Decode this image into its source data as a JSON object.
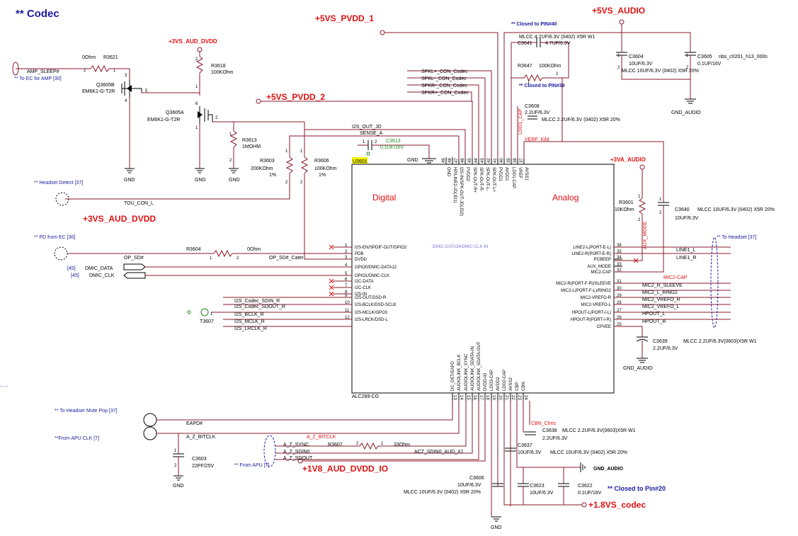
{
  "title": "** Codec",
  "rails": {
    "pvdd1": "+5VS_PVDD_1",
    "audio5v": "+5VS_AUDIO",
    "aud_dvdd_top": "+3VS_AUD_DVDD",
    "pvdd2": "+5VS_PVDD_2",
    "aud_dvdd_mid": "+3VS_AUD_DVDD",
    "va_audio": "+3VA_AUDIO",
    "dvdd_io": "+1V8_AUD_DVDD_IO",
    "codec18": "+1.8VS_codec"
  },
  "notes": {
    "closed_pin40": "** Closed to PIN#40",
    "closed_pin39": "** Closed to PIN#39",
    "closed_pin20": "** Closed to Pin#20",
    "to_ec_amp": "** To EC for AMP [30]",
    "headset_detect": "** Headset Detect [37]",
    "pd_from_ec": "** PD from EC [30]",
    "to_headset": "** To Headset [37]",
    "headser_mute": "** To Headser Mute Pop [37]",
    "from_apu_clk": "**From APU CLK [7]",
    "from_apu": "** From APU [7]",
    "ref45a": "[45]",
    "ref45b": "[45]",
    "dashes": "- - -"
  },
  "chip": {
    "ref": "U3601",
    "part": "ALC289-CG",
    "digital": "Digital",
    "analog": "Analog",
    "watermark": "/DMIC-DATA34/DMIC-CLK-IN",
    "left_pins": [
      {
        "num": "1",
        "name": "I2S-EN/SPDIF-OUT/GPIO2"
      },
      {
        "num": "2",
        "name": "PDB"
      },
      {
        "num": "3",
        "name": "DVDD"
      },
      {
        "num": "4",
        "name": "GPIO0/DMIC-DATA12"
      },
      {
        "num": "5",
        "name": "GPIO1/DMIC-CLK"
      },
      {
        "num": "6",
        "name": "I2C-DATA"
      },
      {
        "num": "7",
        "name": "I2C-CLK"
      },
      {
        "num": "8",
        "name": "I2S-IN"
      },
      {
        "num": "9",
        "name": "I2S-OUT/DSD-R"
      },
      {
        "num": "10",
        "name": "I2S-BCLK/DSD-SCLK"
      },
      {
        "num": "11",
        "name": "I2S-MCLK/GPO3"
      },
      {
        "num": "12",
        "name": "I2S-LRCK/DSD-L"
      }
    ],
    "right_pins": [
      {
        "num": "36",
        "name": "LINE2-L(PORT-E-L)"
      },
      {
        "num": "35",
        "name": "LINE2-R(PORT-E-R)"
      },
      {
        "num": "34",
        "name": "PCBEEP"
      },
      {
        "num": "33",
        "name": "AUX_MODE"
      },
      {
        "num": "32",
        "name": "MIC2-CAP"
      },
      {
        "num": "31",
        "name": "MIC2-R(PORT-F-R)/SLEEVE"
      },
      {
        "num": "30",
        "name": "MIC2-L(PORT-F-L)/RING2"
      },
      {
        "num": "29",
        "name": "MIC2-VREFO-R"
      },
      {
        "num": "28",
        "name": "MIC2-VREFO-L"
      },
      {
        "num": "27",
        "name": "HPOUT-L(PORT-I-L)"
      },
      {
        "num": "26",
        "name": "HPOUT-R(PORT-I-R)"
      },
      {
        "num": "25",
        "name": "CPVEE"
      }
    ],
    "top_pins": [
      {
        "num": "49",
        "name": "GND"
      },
      {
        "num": "48",
        "name": "HP/LINE2-JD(JD1)"
      },
      {
        "num": "47",
        "name": "I2S-IN/SPK-OUT-JD(JD2)"
      },
      {
        "num": "46",
        "name": "PVDD2"
      },
      {
        "num": "45",
        "name": "SPK-OUT-R+"
      },
      {
        "num": "44",
        "name": "SPK-OUT-R-"
      },
      {
        "num": "43",
        "name": "SPK-OUT-L-"
      },
      {
        "num": "42",
        "name": "SPK-OUT-L+"
      },
      {
        "num": "41",
        "name": "PVDD1"
      },
      {
        "num": "40",
        "name": "AVDD1"
      },
      {
        "num": "39",
        "name": "LDO1-CAP"
      },
      {
        "num": "38",
        "name": "VREF"
      },
      {
        "num": "37",
        "name": "AVSS1"
      }
    ],
    "bottom_pins": [
      {
        "num": "13",
        "name": "DC_DET/EAPD"
      },
      {
        "num": "14",
        "name": "AUDIOLINK_BCLK"
      },
      {
        "num": "15",
        "name": "AUDIOLINK_SYNC"
      },
      {
        "num": "16",
        "name": "AUDIOLINK_SDATA-IN"
      },
      {
        "num": "17",
        "name": "AUDIOLINK_SDATA-OUT"
      },
      {
        "num": "18",
        "name": "DVDD-IO"
      },
      {
        "num": "19",
        "name": "LDO3-CAP"
      },
      {
        "num": "20",
        "name": "AVDD2"
      },
      {
        "num": "21",
        "name": "LDO2-CAP"
      },
      {
        "num": "22",
        "name": "AVSS2"
      },
      {
        "num": "23",
        "name": "CBP"
      },
      {
        "num": "24",
        "name": "CBN"
      }
    ]
  },
  "components": {
    "r3621": {
      "ref": "R3621",
      "val": "0Ohm",
      "p1": "1",
      "p2": "2"
    },
    "r3618": {
      "ref": "R3618",
      "val": "100KOhm",
      "p1": "2",
      "p2": "1"
    },
    "q3605b": {
      "ref": "Q3605B",
      "part": "EM6K1-G-T2R",
      "p3": "3",
      "p4": "4",
      "p5": "5"
    },
    "q3605a": {
      "ref": "Q3605A",
      "part": "EM6K1-G-T2R",
      "p6": "6",
      "p1": "1",
      "p2": "2"
    },
    "r3613": {
      "ref": "R3613",
      "val": "1MOHM",
      "p1": "1",
      "p2": "2"
    },
    "r3603": {
      "ref": "R3603",
      "val": "200KOhm",
      "tol": "1%",
      "p1": "1",
      "p2": "2"
    },
    "r3606": {
      "ref": "R3606",
      "val": "100KOhm",
      "tol": "1%",
      "p1": "1",
      "p2": "2"
    },
    "c3613": {
      "ref": "C3613",
      "val": "0.1UF/16V",
      "p1": "1",
      "p2": "2"
    },
    "r3604": {
      "ref": "R3604",
      "val": "0Ohm",
      "p1": "1",
      "p2": "2"
    },
    "t3607": {
      "ref": "T3607",
      "p1": "1"
    },
    "c3641": {
      "ref": "C3641",
      "val": "4.7UF/6.3V",
      "desc": "MLCC 4.7UF/6.3V (0402) X5R W1"
    },
    "r3647": {
      "ref": "R3647",
      "val": "100KOhm",
      "p1": "1",
      "p2": "2"
    },
    "c3608": {
      "ref": "C3608",
      "val": "2.2UF/6.3V",
      "desc": "MLCC 2.2UF/6.3V (0402) X5R 20%"
    },
    "c3604": {
      "ref": "C3604",
      "val": "10UF/6.3V",
      "desc": "MLCC 10UF/6.3V (0402) X5R 20%",
      "p1": "1",
      "p2": "2"
    },
    "c3605": {
      "ref": "C3605",
      "val": "0.1UF/16V",
      "desc": "nbs_c0201_h13_000s",
      "p1": "1",
      "p2": "2"
    },
    "r3601": {
      "ref": "R3601",
      "val": "10KOhm",
      "p1": "1",
      "p2": "2"
    },
    "c3640": {
      "ref": "C3640",
      "val": "10UF/6.3V",
      "desc": "MLCC 10UF/6.3V (0402) X5R 20%",
      "p1": "1",
      "p2": "2"
    },
    "c3639": {
      "ref": "C3639",
      "val": "2.2UF/6.3V",
      "desc": "MLCC 2.2UF/6.3V(0603)X5R W1"
    },
    "c3638": {
      "ref": "C3638",
      "val": "2.2UF/6.3V",
      "desc": "MLCC 2.2UF/6.3V(0603)X5R W1"
    },
    "c3637": {
      "ref": "C3637",
      "val": "10UF/6.3V",
      "desc": "MLCC 10UF/6.3V (0402) X5R 20%"
    },
    "c3606": {
      "ref": "C3606",
      "val": "10UF/6.3V",
      "desc": "MLCC 10UF/6.3V (0402) X5R 20%"
    },
    "c3623": {
      "ref": "C3623",
      "val": "10UF/6.3V"
    },
    "c3622": {
      "ref": "C3622",
      "val": "0.1UF/16V"
    },
    "c3603": {
      "ref": "C3603",
      "val": "22PF/25V",
      "p1": "1",
      "p2": "2"
    },
    "r3607": {
      "ref": "R3607",
      "val": "33Ohm",
      "p1": "2",
      "p2": "1"
    }
  },
  "nets": {
    "amp_sleep": "AMP_SLEEP#",
    "tou_con_l": "TOU_CON_L",
    "op_sd": "OP_SD#",
    "op_sd_cater": "OP_SD#_Cater",
    "dmic_data": "DMIC_DATA",
    "dmic_clk": "DMIC_CLK",
    "i2s_sdin": "I2S_Codec_SDIN_R",
    "i2s_sdout": "I2S_Codec_SDOUT_R",
    "i2s_bclk": "I2S_BCLK_R",
    "i2s_mclk": "I2S_MCLK_R",
    "i2s_lrclk": "I2S_LRCLK_R",
    "i2s_out_jd": "I2S_OUT_JD",
    "sense_a": "SENSE_A",
    "spkl_p": "SPKL+_CON_Codec",
    "spkl_n": "SPKL-_CON_Codec",
    "spkr_n": "SPKR-_CON_Codec",
    "spkr_p": "SPKR+_CON_Codec",
    "ldo1": "LDO1_CAP",
    "verf": "VERF_Kild",
    "aux_mode": "AUX_MODE",
    "line1_l": "LINE1_L",
    "line1_r": "LINE1_R",
    "mic2cap": "MIC2-CAP",
    "mic2_r_sleeve": "MIC2_R_SLEEVE",
    "mic2_l_ring2": "MIC2_L_RING2",
    "mic2_vrefo_r": "MIC2_VREFO_R",
    "mic2_vrefo_l": "MIC2_VREFO_L",
    "hpout_l": "HPOUT_L",
    "hpout_r": "HPOUT_R",
    "eapd": "EAPD#",
    "a_z_bitclk": "A_Z_BITCLK",
    "a_z_bitclk_r": "A_Z_BITCLK",
    "a_z_sync": "A_Z_SYNC",
    "a_z_sdin0": "A_Z_SDIN0",
    "a_z_sdout": "A_Z_SDOUT",
    "acz_sdin0": "ACZ_SDIN0_AUD_X1",
    "cbn_chris": "CBN_Chris",
    "gnd": "GND",
    "gnd_audio": "GND_AUDIO"
  }
}
